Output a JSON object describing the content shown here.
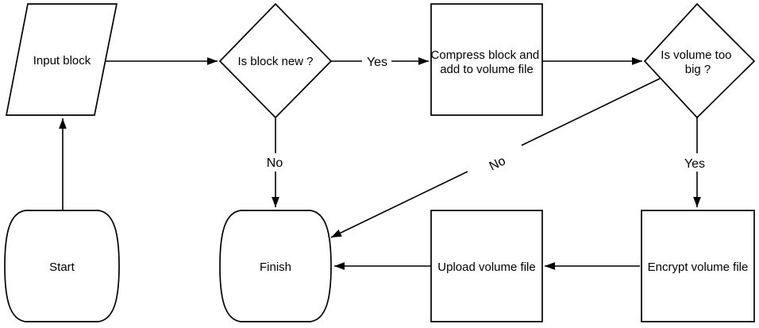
{
  "diagram": {
    "colors": {
      "background": "#ffffff",
      "stroke": "#000000",
      "text": "#000000"
    },
    "nodes": {
      "start": {
        "label": "Start",
        "shape": "terminator"
      },
      "input_block": {
        "label": "Input block",
        "shape": "parallelogram"
      },
      "is_block_new": {
        "label": "Is block new ?",
        "shape": "decision"
      },
      "compress_block": {
        "line1": "Compress block and",
        "line2": "add to volume file",
        "shape": "process"
      },
      "is_volume_too_big": {
        "line1": "Is volume too",
        "line2": "big ?",
        "shape": "decision"
      },
      "finish": {
        "label": "Finish",
        "shape": "terminator"
      },
      "upload_volume_file": {
        "label": "Upload volume file",
        "shape": "process"
      },
      "encrypt_volume_file": {
        "label": "Encrypt volume file",
        "shape": "process"
      }
    },
    "edges": {
      "block_new_yes": {
        "label": "Yes"
      },
      "block_new_no": {
        "label": "No"
      },
      "volume_big_no": {
        "label": "No"
      },
      "volume_big_yes": {
        "label": "Yes"
      }
    }
  }
}
